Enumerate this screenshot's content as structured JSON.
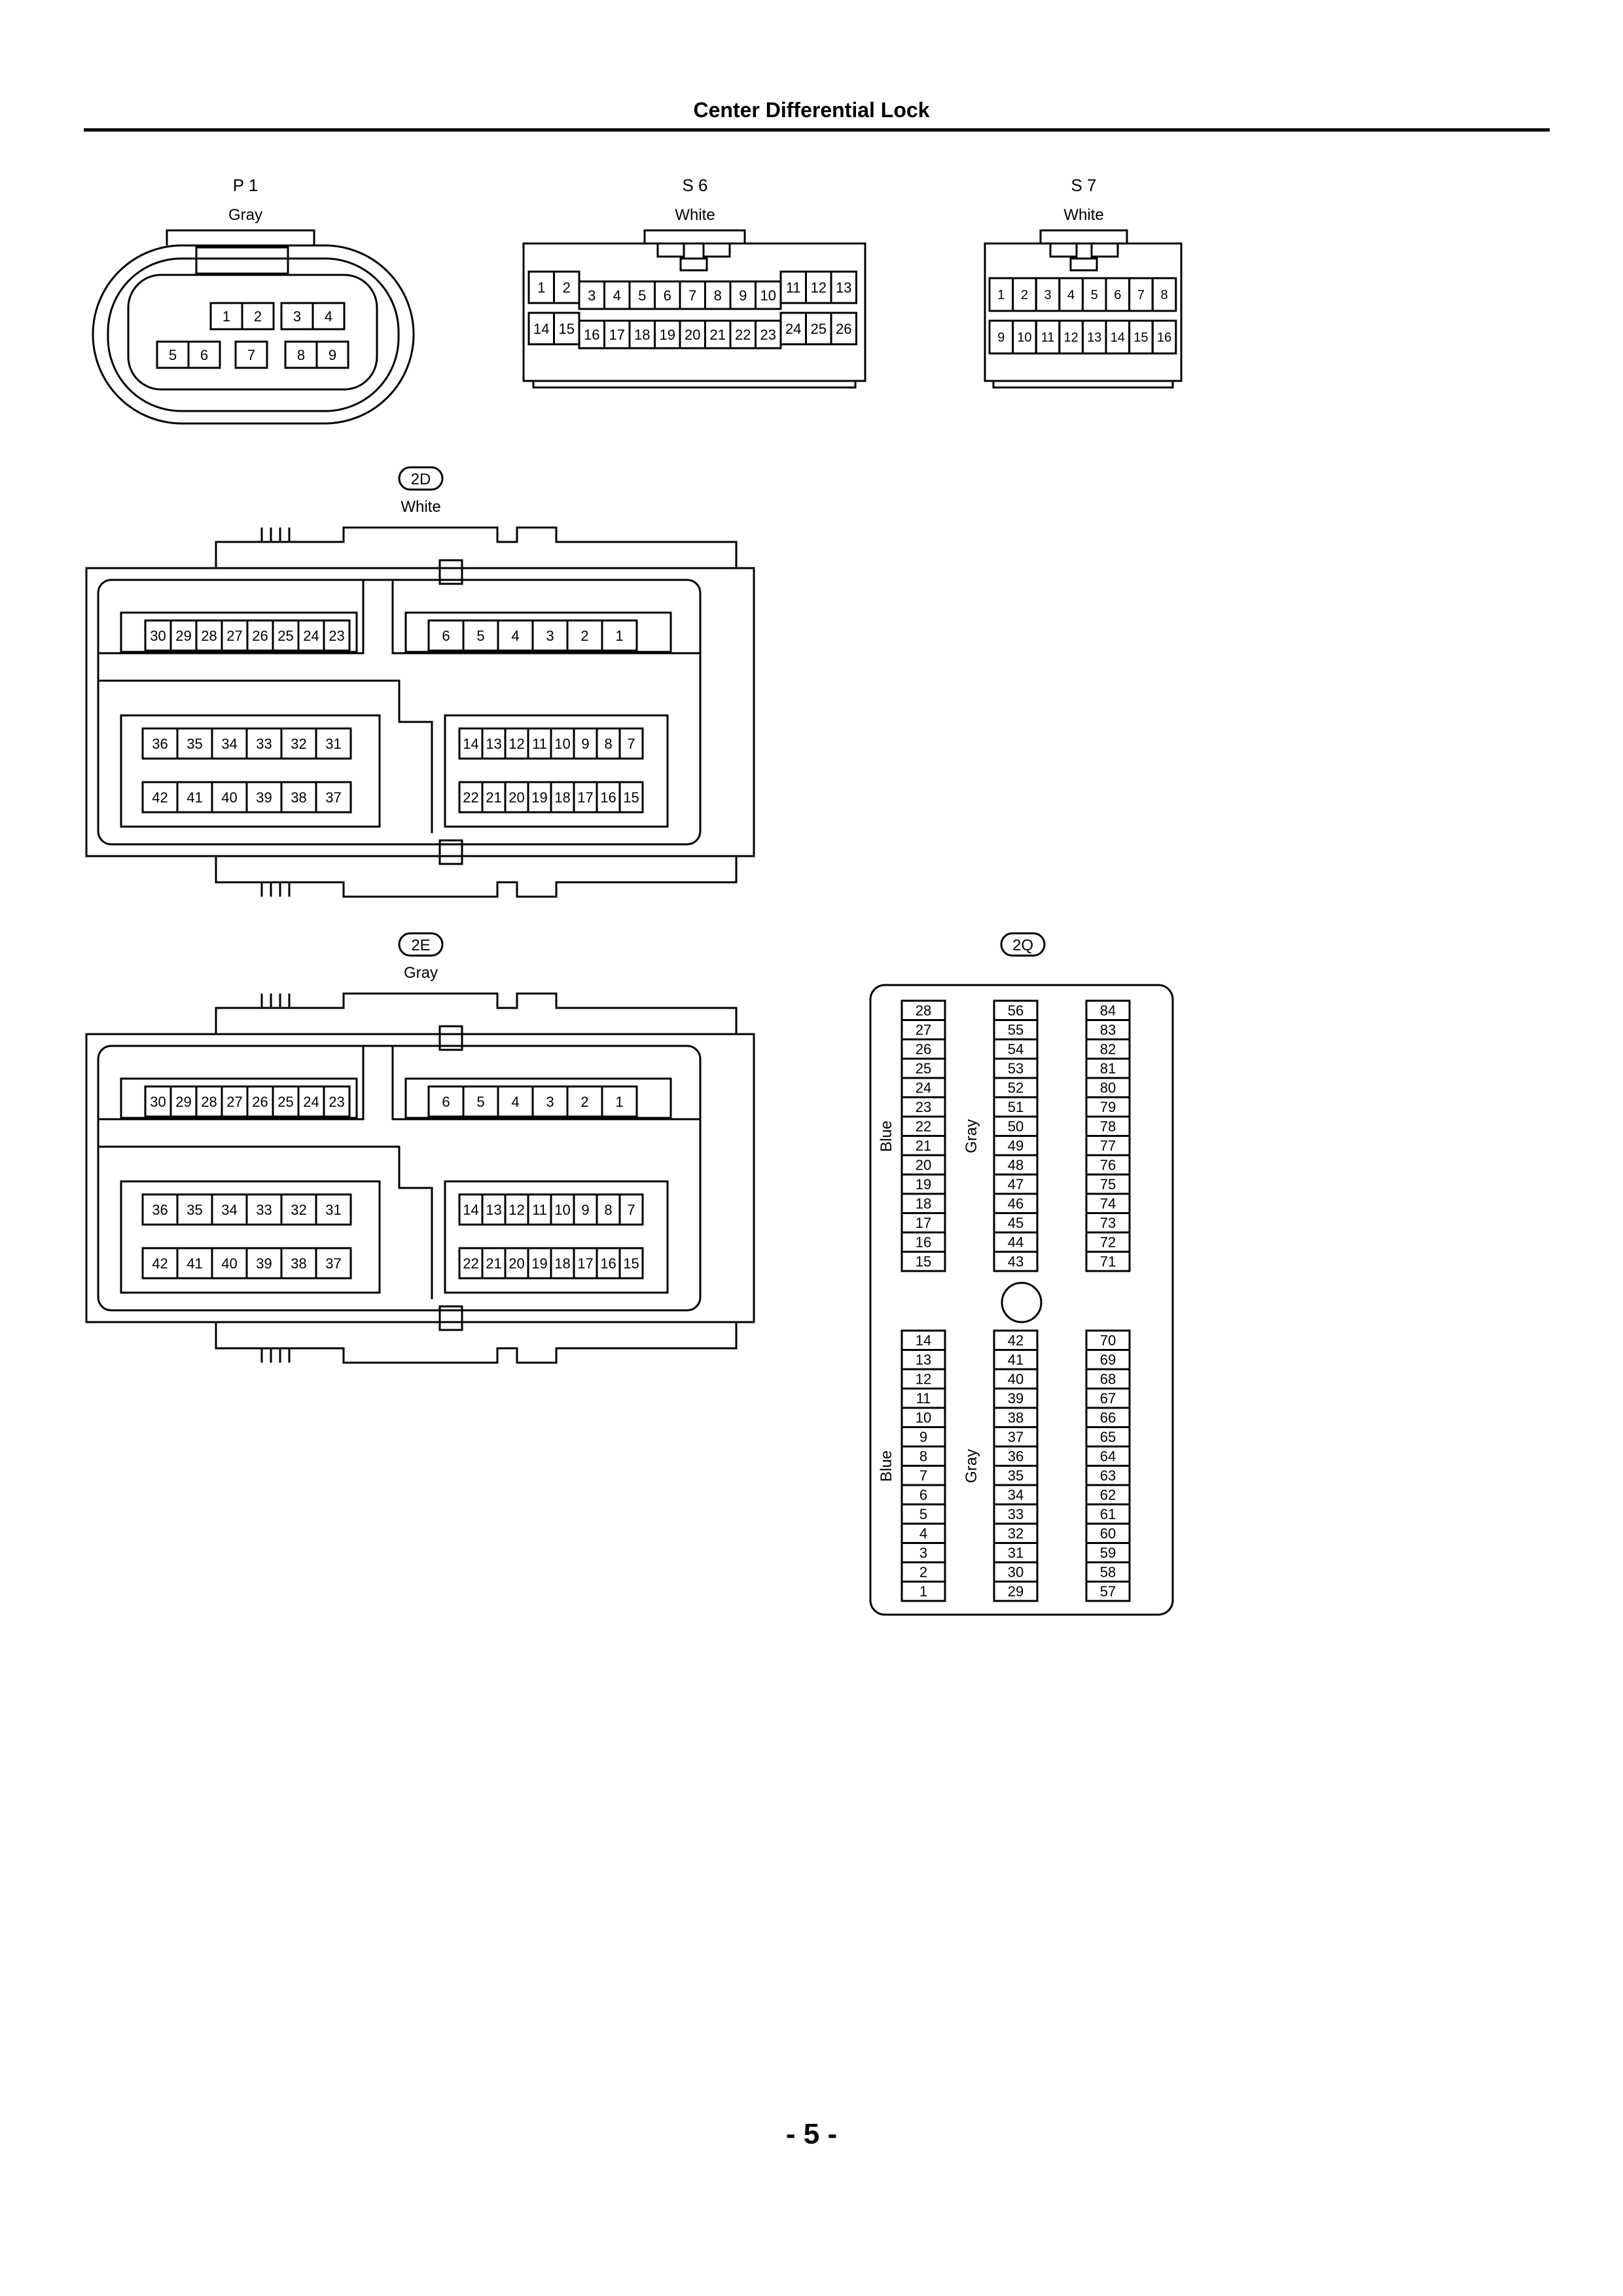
{
  "title": "Center Differential Lock",
  "page_number": "- 5 -",
  "connectors": {
    "p1": {
      "id": "P 1",
      "color": "Gray",
      "row1": [
        "1",
        "2",
        "3",
        "4"
      ],
      "row2": [
        "5",
        "6",
        "7",
        "8",
        "9"
      ]
    },
    "s6": {
      "id": "S 6",
      "color": "White",
      "row1": [
        "1",
        "2",
        "3",
        "4",
        "5",
        "6",
        "7",
        "8",
        "9",
        "10",
        "11",
        "12",
        "13"
      ],
      "row2": [
        "14",
        "15",
        "16",
        "17",
        "18",
        "19",
        "20",
        "21",
        "22",
        "23",
        "24",
        "25",
        "26"
      ]
    },
    "s7": {
      "id": "S 7",
      "color": "White",
      "row1": [
        "1",
        "2",
        "3",
        "4",
        "5",
        "6",
        "7",
        "8"
      ],
      "row2": [
        "9",
        "10",
        "11",
        "12",
        "13",
        "14",
        "15",
        "16"
      ]
    },
    "c2d": {
      "id": "2D",
      "color": "White",
      "topLeft": [
        "30",
        "29",
        "28",
        "27",
        "26",
        "25",
        "24",
        "23"
      ],
      "topRight": [
        "6",
        "5",
        "4",
        "3",
        "2",
        "1"
      ],
      "midLeft": [
        "36",
        "35",
        "34",
        "33",
        "32",
        "31"
      ],
      "botLeft": [
        "42",
        "41",
        "40",
        "39",
        "38",
        "37"
      ],
      "midRight": [
        "14",
        "13",
        "12",
        "11",
        "10",
        "9",
        "8",
        "7"
      ],
      "botRight": [
        "22",
        "21",
        "20",
        "19",
        "18",
        "17",
        "16",
        "15"
      ]
    },
    "c2e": {
      "id": "2E",
      "color": "Gray",
      "topLeft": [
        "30",
        "29",
        "28",
        "27",
        "26",
        "25",
        "24",
        "23"
      ],
      "topRight": [
        "6",
        "5",
        "4",
        "3",
        "2",
        "1"
      ],
      "midLeft": [
        "36",
        "35",
        "34",
        "33",
        "32",
        "31"
      ],
      "botLeft": [
        "42",
        "41",
        "40",
        "39",
        "38",
        "37"
      ],
      "midRight": [
        "14",
        "13",
        "12",
        "11",
        "10",
        "9",
        "8",
        "7"
      ],
      "botRight": [
        "22",
        "21",
        "20",
        "19",
        "18",
        "17",
        "16",
        "15"
      ]
    },
    "c2q": {
      "id": "2Q",
      "side_label_1": "Blue",
      "side_label_2": "Gray",
      "upper_col1": [
        "28",
        "27",
        "26",
        "25",
        "24",
        "23",
        "22",
        "21",
        "20",
        "19",
        "18",
        "17",
        "16",
        "15"
      ],
      "upper_col2": [
        "56",
        "55",
        "54",
        "53",
        "52",
        "51",
        "50",
        "49",
        "48",
        "47",
        "46",
        "45",
        "44",
        "43"
      ],
      "upper_col3": [
        "84",
        "83",
        "82",
        "81",
        "80",
        "79",
        "78",
        "77",
        "76",
        "75",
        "74",
        "73",
        "72",
        "71"
      ],
      "lower_col1": [
        "14",
        "13",
        "12",
        "11",
        "10",
        "9",
        "8",
        "7",
        "6",
        "5",
        "4",
        "3",
        "2",
        "1"
      ],
      "lower_col2": [
        "42",
        "41",
        "40",
        "39",
        "38",
        "37",
        "36",
        "35",
        "34",
        "33",
        "32",
        "31",
        "30",
        "29"
      ],
      "lower_col3": [
        "70",
        "69",
        "68",
        "67",
        "66",
        "65",
        "64",
        "63",
        "62",
        "61",
        "60",
        "59",
        "58",
        "57"
      ]
    }
  }
}
